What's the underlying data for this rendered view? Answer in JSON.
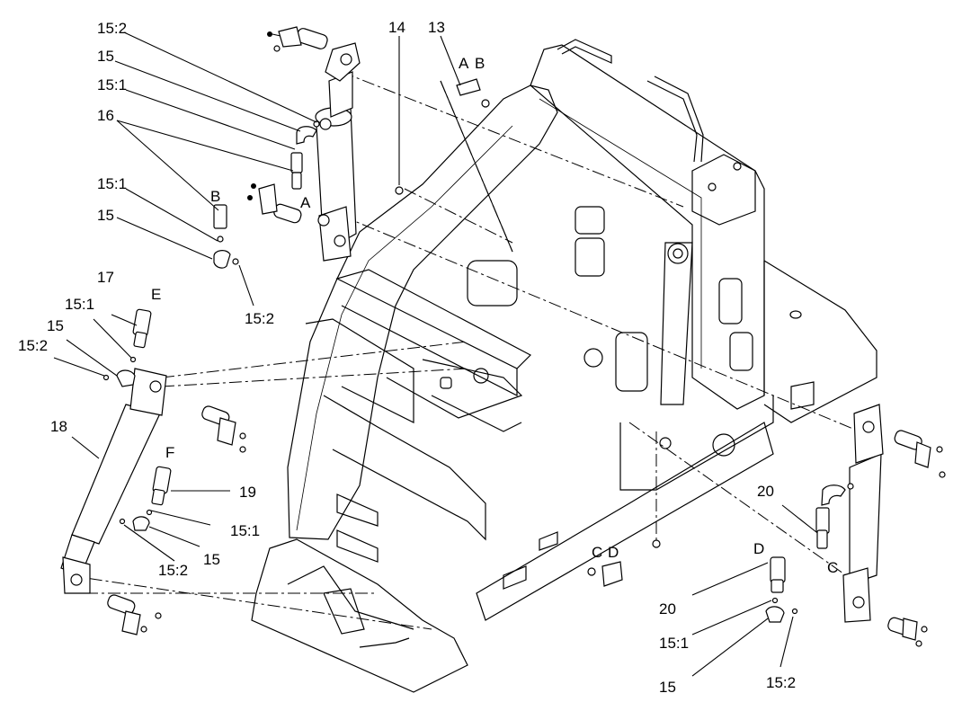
{
  "labels": {
    "c_15_2_top": "15:2",
    "c_15_top": "15",
    "c_15_1_top": "15:1",
    "c_16": "16",
    "c_15_1_mid": "15:1",
    "c_15_mid": "15",
    "c_15_2_mid": "15:2",
    "c_14": "14",
    "c_13": "13",
    "c_17": "17",
    "c_15_1_left": "15:1",
    "c_15_left": "15",
    "c_15_2_left": "15:2",
    "c_18": "18",
    "c_19": "19",
    "c_15_1_low": "15:1",
    "c_15_low": "15",
    "c_15_2_low": "15:2",
    "c_20_right": "20",
    "c_20_bottom": "20",
    "c_15_1_right": "15:1",
    "c_15_right": "15",
    "c_15_2_right": "15:2"
  },
  "port_letters": {
    "a_bracket": "A",
    "b_bracket": "B",
    "a_cyl": "A",
    "b_cyl": "B",
    "e_fit": "E",
    "f_fit": "F",
    "c_bracket": "C",
    "d_bracket": "D",
    "d_fit": "D",
    "c_cyl": "C"
  }
}
